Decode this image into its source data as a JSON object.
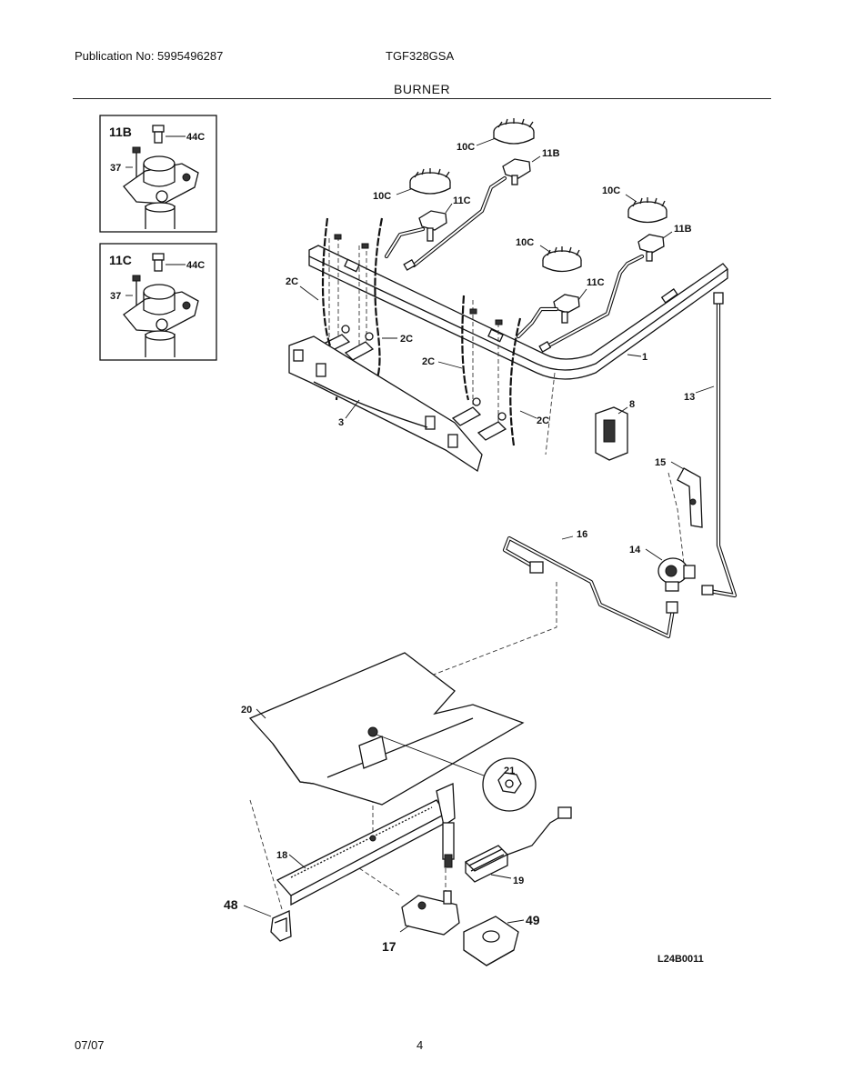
{
  "header": {
    "publication": "Publication No: 5995496287",
    "model": "TGF328GSA",
    "section": "BURNER"
  },
  "footer": {
    "date": "07/07",
    "page": "4"
  },
  "inset_11b": {
    "title": "11B",
    "label_44c": "44C",
    "label_37": "37"
  },
  "inset_11c": {
    "title": "11C",
    "label_44c": "44C",
    "label_37": "37"
  },
  "callouts": {
    "p10c_a": "10C",
    "p11b_a": "11B",
    "p10c_b": "10C",
    "p11c_b": "11C",
    "p10c_c": "10C",
    "p11b_c": "11B",
    "p10c_d": "10C",
    "p11c_d": "11C",
    "p2c_a": "2C",
    "p2c_b": "2C",
    "p2c_c": "2C",
    "p2c_d": "2C",
    "p1": "1",
    "p3": "3",
    "p8": "8",
    "p13": "13",
    "p15": "15",
    "p16": "16",
    "p14": "14",
    "p20": "20",
    "p21": "21",
    "p18": "18",
    "p19": "19",
    "p48": "48",
    "p17": "17",
    "p49": "49"
  },
  "diagram_code": "L24B0011"
}
